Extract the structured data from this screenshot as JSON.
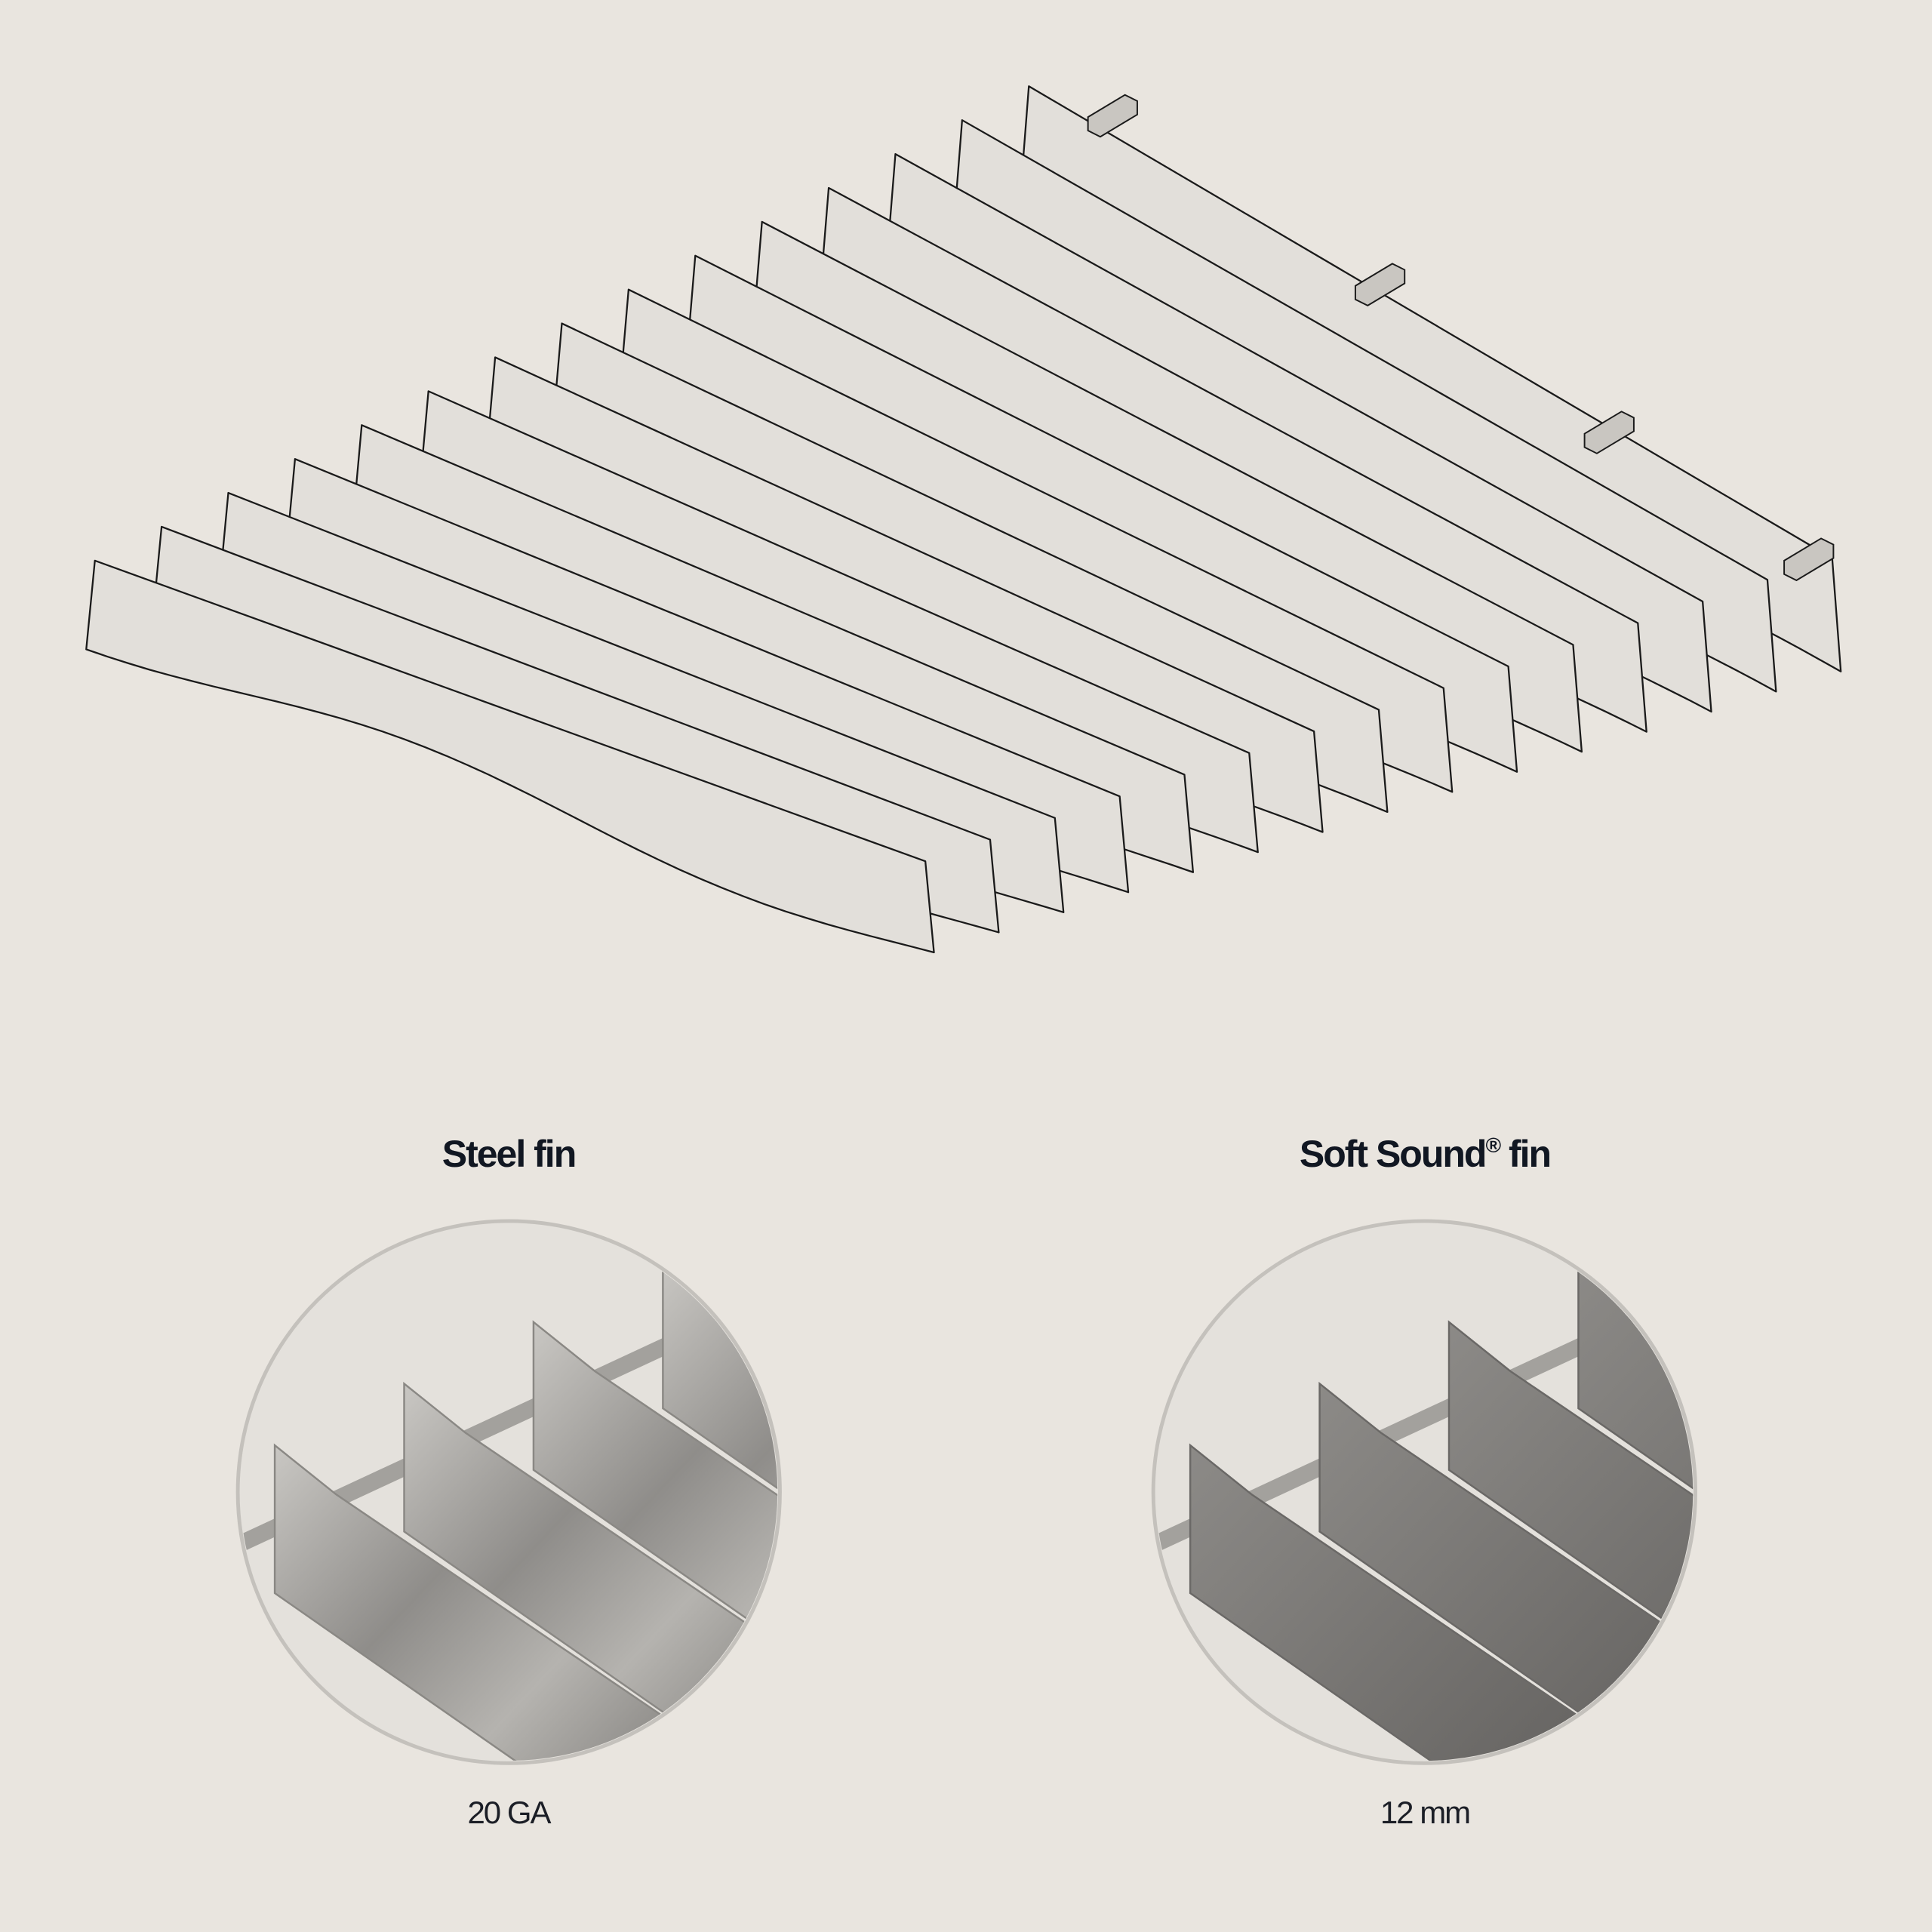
{
  "colors": {
    "background": "#e9e5df",
    "fin_fill": "#e2dfda",
    "outline": "#1a1a1a",
    "steel": "#9a9894",
    "felt": "#7b7976"
  },
  "illustration": {
    "fin_count": 15,
    "bracket_count": 4
  },
  "options": [
    {
      "title": "Steel fin",
      "spec": "20 GA",
      "material": "steel"
    },
    {
      "title": "Soft Sound",
      "title_mark": "®",
      "title_suffix": " fin",
      "spec": "12 mm",
      "material": "felt"
    }
  ]
}
